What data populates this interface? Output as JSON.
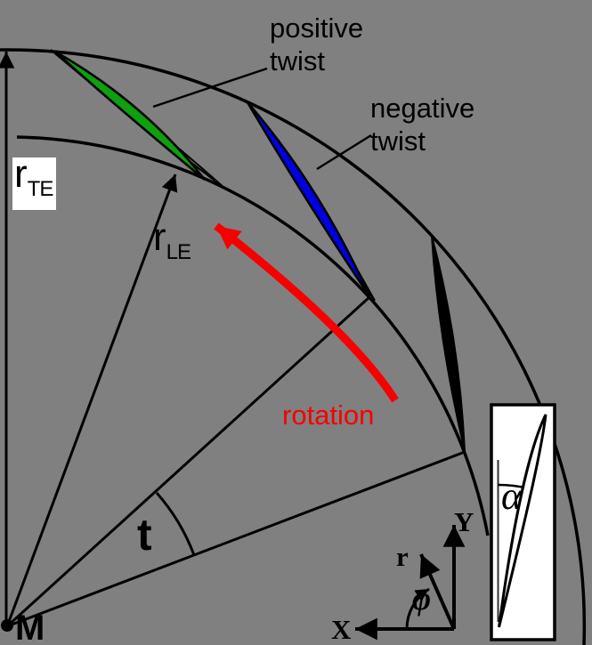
{
  "figure": {
    "type": "blade-twist-schematic",
    "labels": {
      "positive_twist": "positive\ntwist",
      "negative_twist": "negative\ntwist",
      "rotation": "rotation",
      "radius_te_base": "r",
      "radius_te_sub": "TE",
      "radius_le_base": "r",
      "radius_le_sub": "LE",
      "pitch_angle": "t",
      "center_point": "M",
      "axis_x": "X",
      "axis_y": "Y",
      "axis_r": "r",
      "axis_phi": "φ",
      "stagger_angle": "α"
    },
    "colors": {
      "bg": "#808080",
      "line": "#000000",
      "posblade": "#0ea00e",
      "negblade": "#0000e0",
      "rot": "#f60000",
      "insetbg": "#ffffff"
    }
  }
}
